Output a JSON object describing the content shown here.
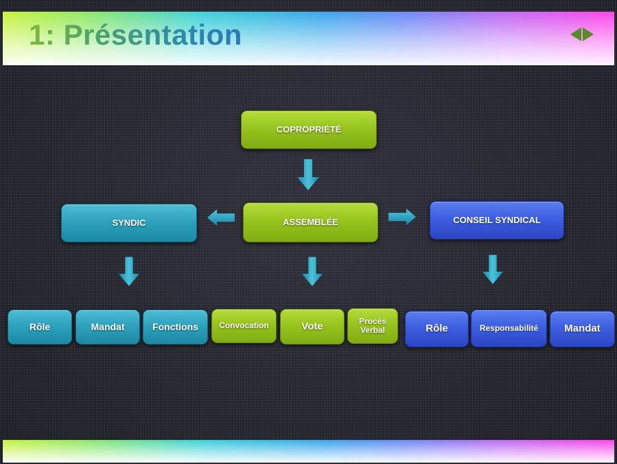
{
  "header": {
    "title": "1: Présentation",
    "nav": {
      "prev_icon": "triangle-left-icon",
      "next_icon": "triangle-right-icon"
    }
  },
  "diagram": {
    "root": {
      "label": "COPROPRIÉTÉ",
      "color": "#98c41e"
    },
    "center": {
      "label": "ASSEMBLÉE",
      "color": "#98c41e"
    },
    "left": {
      "label": "SYNDIC",
      "color": "#2ea2bd"
    },
    "right": {
      "label": "CONSEIL SYNDICAL",
      "color": "#3d5fe0"
    },
    "syndic_children": [
      {
        "label": "Rôle"
      },
      {
        "label": "Mandat"
      },
      {
        "label": "Fonctions"
      }
    ],
    "assemblee_children": [
      {
        "label": "Convocation"
      },
      {
        "label": "Vote"
      },
      {
        "label": "Procès Verbal"
      }
    ],
    "conseil_children": [
      {
        "label": "Rôle"
      },
      {
        "label": "Responsabilité"
      },
      {
        "label": "Mandat"
      }
    ],
    "arrow_color": "#2ea2bd"
  }
}
